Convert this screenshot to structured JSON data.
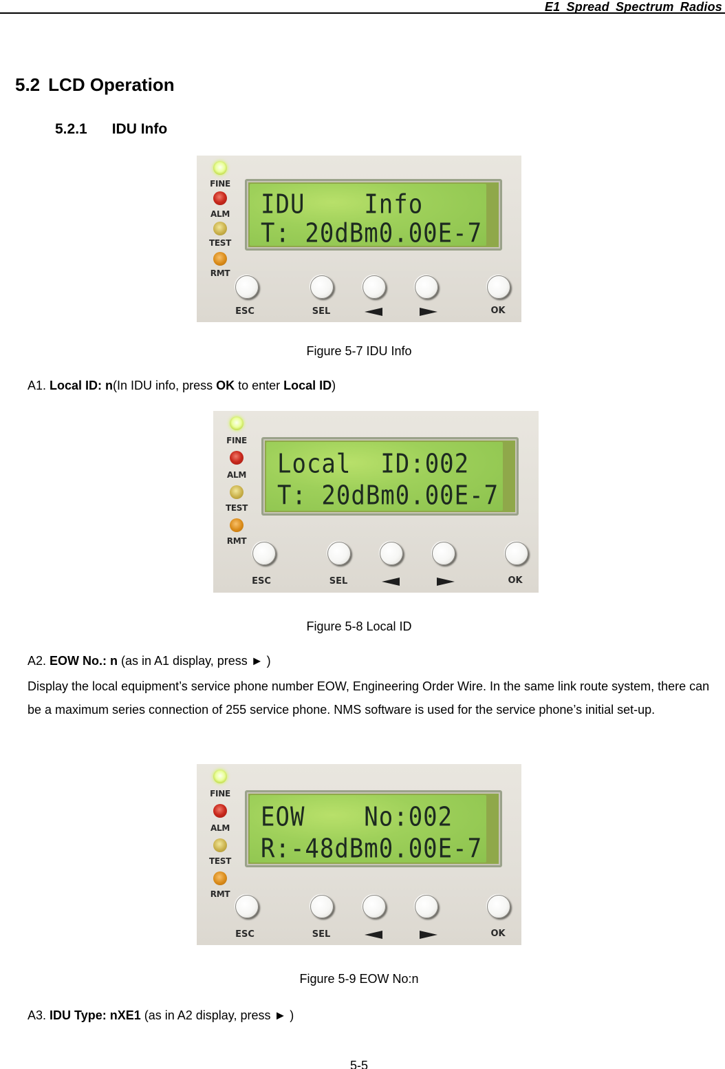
{
  "header": {
    "title": "E1  Spread  Spectrum  Radios"
  },
  "section": {
    "number": "5.2",
    "title": "LCD Operation"
  },
  "subsection": {
    "number": "5.2.1",
    "title": "IDU Info"
  },
  "panel": {
    "leds": [
      {
        "label": "FINE",
        "color": "#eaff9a",
        "state": "on"
      },
      {
        "label": "ALM",
        "color": "#c8281c"
      },
      {
        "label": "TEST",
        "color": "#c9b04a"
      },
      {
        "label": "RMT",
        "color": "#d98a18"
      }
    ],
    "buttons": [
      {
        "label": "ESC"
      },
      {
        "label": "SEL"
      },
      {
        "label": "◀",
        "icon": "left-arrow-icon"
      },
      {
        "label": "▶",
        "icon": "right-arrow-icon"
      },
      {
        "label": "OK"
      }
    ],
    "lcd_color": "#9ed05a"
  },
  "figures": [
    {
      "caption": "Figure 5-7 IDU Info",
      "lcd_line1": "IDU    Info",
      "lcd_line2": "T: 20dBm0.00E-7"
    },
    {
      "caption": "Figure 5-8 Local ID",
      "lcd_line1": "Local  ID:002",
      "lcd_line2": "T: 20dBm0.00E-7"
    },
    {
      "caption": "Figure 5-9 EOW No:n",
      "lcd_line1": "EOW    No:002",
      "lcd_line2": "R:-48dBm0.00E-7"
    }
  ],
  "items": {
    "a1": {
      "prefix": "A1. ",
      "bold1": "Local ID: n",
      "text1": "(In IDU info, press ",
      "bold2": "OK",
      "text2": " to enter ",
      "bold3": "Local ID",
      "text3": ")"
    },
    "a2": {
      "prefix": "A2. ",
      "bold1": "EOW No.: n",
      "text1": " (as in A1 display, press ► )",
      "description": "Display the local equipment’s service phone number EOW, Engineering Order Wire. In the same link route system, there can be a maximum series connection of 255 service phone. NMS software is used for the service phone’s initial set-up."
    },
    "a3": {
      "prefix": "A3. ",
      "bold1": "IDU Type: nXE1",
      "text1": " (as in A2 display, press ► )"
    }
  },
  "footer": {
    "page_number": "5-5"
  }
}
